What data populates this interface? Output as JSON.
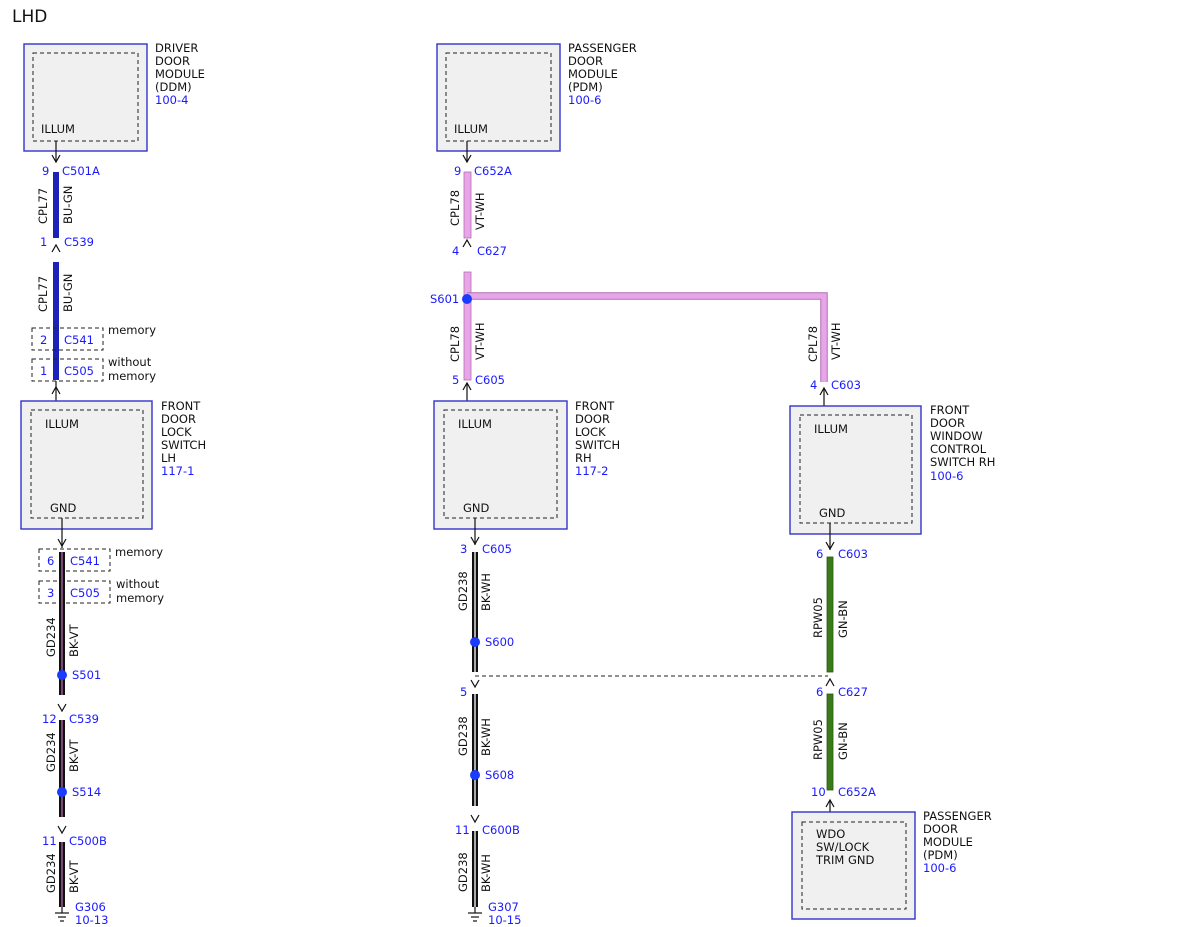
{
  "title": "LHD",
  "colors": {
    "blue_wire": "#1a22b8",
    "pink_wire": "#e8a6e8",
    "black_wire": "#111111",
    "green_wire": "#3a7a1a",
    "label_blue": "#1a1aff",
    "splice": "#1a3cff"
  },
  "modules": {
    "ddm": {
      "name": [
        "DRIVER",
        "DOOR",
        "MODULE",
        "(DDM)"
      ],
      "ref": "100-4",
      "pin": "ILLUM"
    },
    "pdm_top": {
      "name": [
        "PASSENGER",
        "DOOR",
        "MODULE",
        "(PDM)"
      ],
      "ref": "100-6",
      "pin": "ILLUM"
    },
    "fdls_lh": {
      "name": [
        "FRONT",
        "DOOR",
        "LOCK",
        "SWITCH",
        "LH"
      ],
      "ref": "117-1",
      "pin_top": "ILLUM",
      "pin_bottom": "GND"
    },
    "fdls_rh": {
      "name": [
        "FRONT",
        "DOOR",
        "LOCK",
        "SWITCH",
        "RH"
      ],
      "ref": "117-2",
      "pin_top": "ILLUM",
      "pin_bottom": "GND"
    },
    "fdwcs_rh": {
      "name": [
        "FRONT",
        "DOOR",
        "WINDOW",
        "CONTROL",
        "SWITCH RH"
      ],
      "ref": "100-6",
      "pin_top": "ILLUM",
      "pin_bottom": "GND"
    },
    "pdm_bottom": {
      "name": [
        "PASSENGER",
        "DOOR",
        "MODULE",
        "(PDM)"
      ],
      "ref": "100-6",
      "pin": [
        "WDO",
        "SW/LOCK",
        "TRIM GND"
      ]
    }
  },
  "connectors": {
    "c501a": {
      "pin": "9",
      "name": "C501A"
    },
    "c539_top": {
      "pin": "1",
      "name": "C539"
    },
    "c541_top": {
      "pin": "2",
      "name": "C541",
      "note": "memory"
    },
    "c505_top": {
      "pin": "1",
      "name": "C505",
      "note": [
        "without",
        "memory"
      ]
    },
    "c541_bot": {
      "pin": "6",
      "name": "C541",
      "note": "memory"
    },
    "c505_bot": {
      "pin": "3",
      "name": "C505",
      "note": [
        "without",
        "memory"
      ]
    },
    "c539_bot": {
      "pin": "12",
      "name": "C539"
    },
    "c500b": {
      "pin": "11",
      "name": "C500B"
    },
    "c652a_top": {
      "pin": "9",
      "name": "C652A"
    },
    "c627_top": {
      "pin": "4",
      "name": "C627"
    },
    "c605_top": {
      "pin": "5",
      "name": "C605"
    },
    "c603_top": {
      "pin": "4",
      "name": "C603"
    },
    "c605_bot": {
      "pin": "3",
      "name": "C605"
    },
    "s600_pin": {
      "pin": "5"
    },
    "c600b": {
      "pin": "11",
      "name": "C600B"
    },
    "c603_bot": {
      "pin": "6",
      "name": "C603"
    },
    "c627_bot": {
      "pin": "6",
      "name": "C627"
    },
    "c652a_bot": {
      "pin": "10",
      "name": "C652A"
    }
  },
  "wires": {
    "cpl77": {
      "circuit": "CPL77",
      "color": "BU-GN"
    },
    "cpl78": {
      "circuit": "CPL78",
      "color": "VT-WH"
    },
    "gd234": {
      "circuit": "GD234",
      "color": "BK-VT"
    },
    "gd238": {
      "circuit": "GD238",
      "color": "BK-WH"
    },
    "rpw05": {
      "circuit": "RPW05",
      "color": "GN-BN"
    }
  },
  "splices": {
    "s601": "S601",
    "s501": "S501",
    "s514": "S514",
    "s600": "S600",
    "s608": "S608"
  },
  "grounds": {
    "g306": {
      "name": "G306",
      "ref": "10-13"
    },
    "g307": {
      "name": "G307",
      "ref": "10-15"
    }
  }
}
